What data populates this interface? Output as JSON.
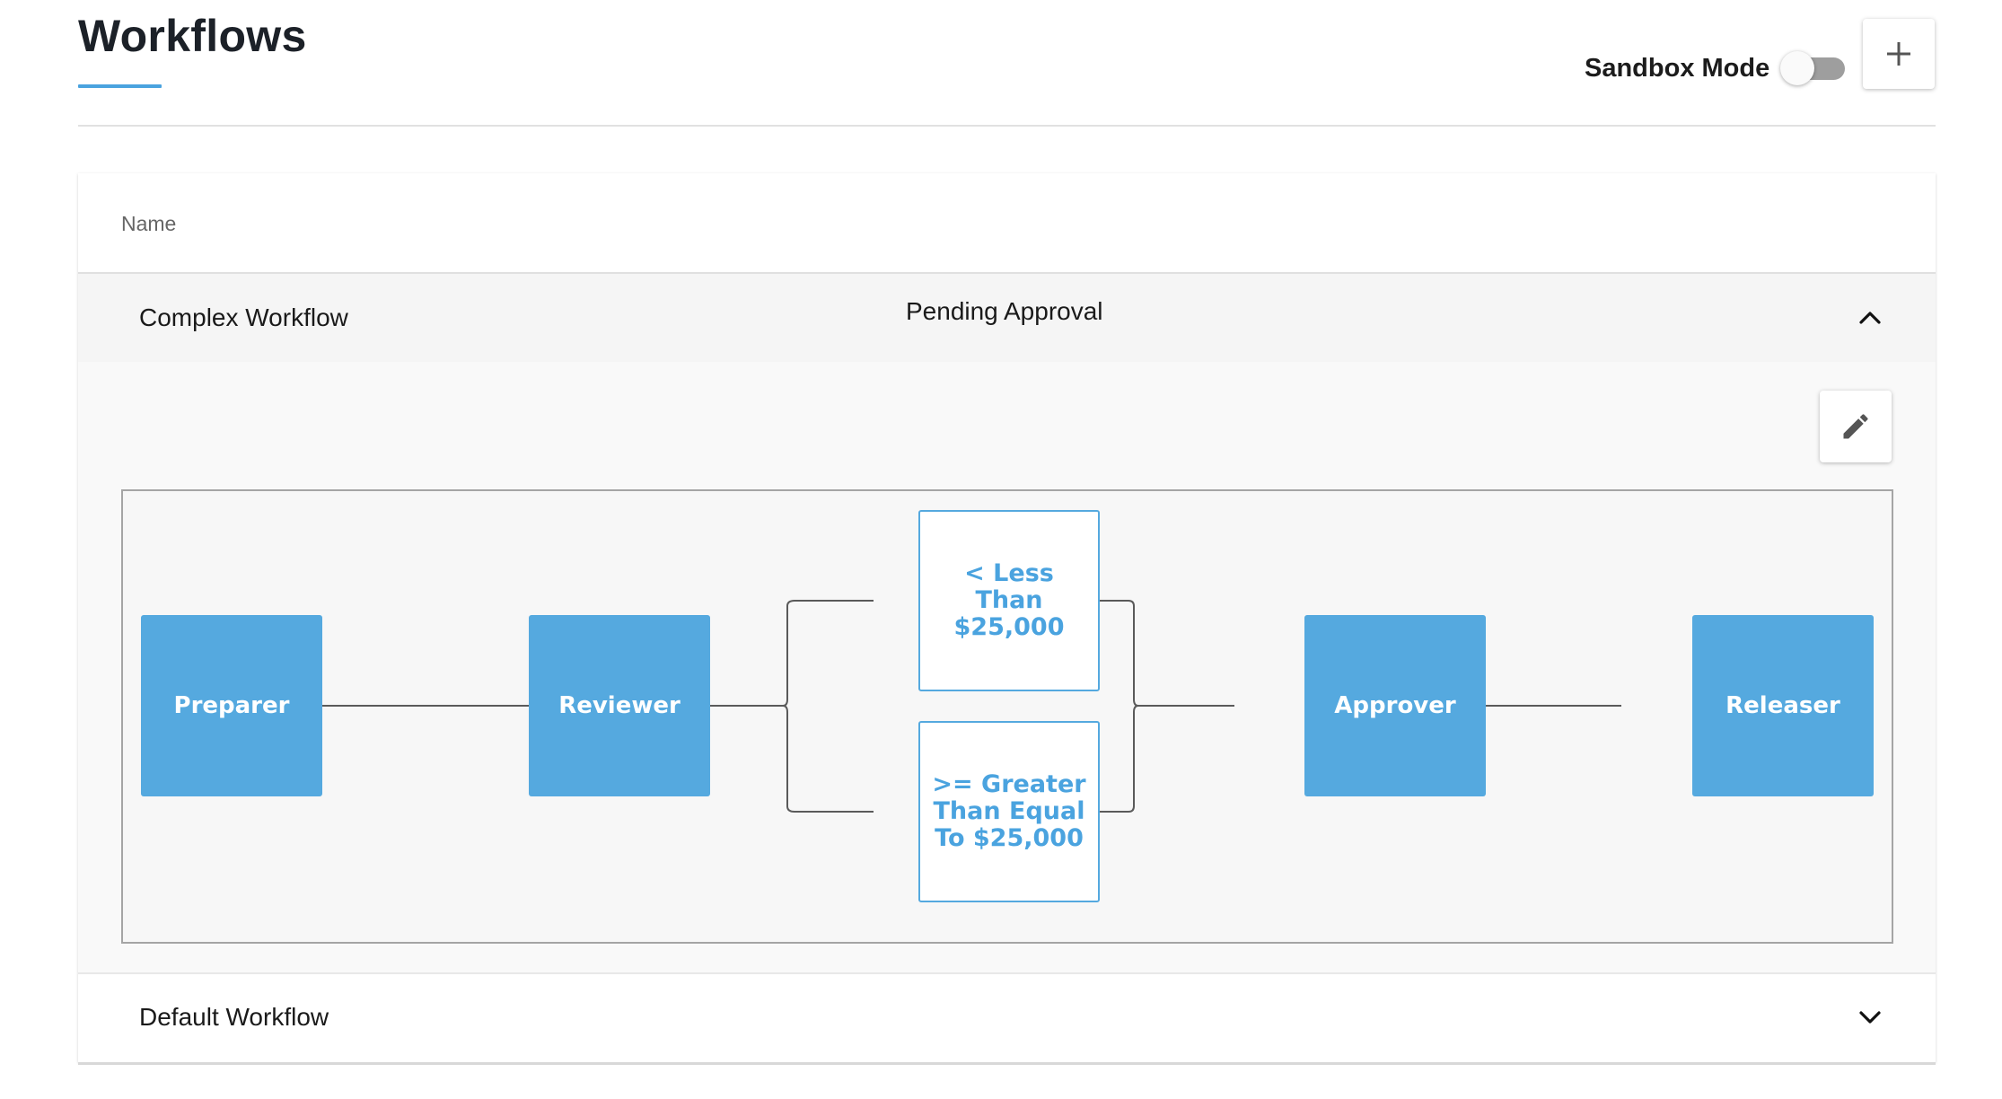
{
  "header": {
    "title": "Workflows",
    "sandbox_label": "Sandbox Mode",
    "sandbox_enabled": false,
    "add_icon": "plus-icon"
  },
  "table": {
    "columns": [
      "Name"
    ],
    "rows": [
      {
        "name": "Complex Workflow",
        "status": "Pending Approval",
        "expanded": true,
        "toggle_icon": "chevron-up-icon"
      },
      {
        "name": "Default Workflow",
        "expanded": false,
        "toggle_icon": "chevron-down-icon"
      }
    ]
  },
  "workflow_diagram": {
    "edit_icon": "pencil-icon",
    "steps": [
      {
        "label": "Preparer"
      },
      {
        "label": "Reviewer"
      },
      {
        "label": "< Less Than $25,000"
      },
      {
        "label": ">= Greater Than Equal To $25,000"
      },
      {
        "label": "Approver"
      },
      {
        "label": "Releaser"
      }
    ]
  },
  "colors": {
    "accent": "#4aa3df",
    "node_fill": "#55a9df",
    "toggle_off": "#9e9e9e"
  }
}
